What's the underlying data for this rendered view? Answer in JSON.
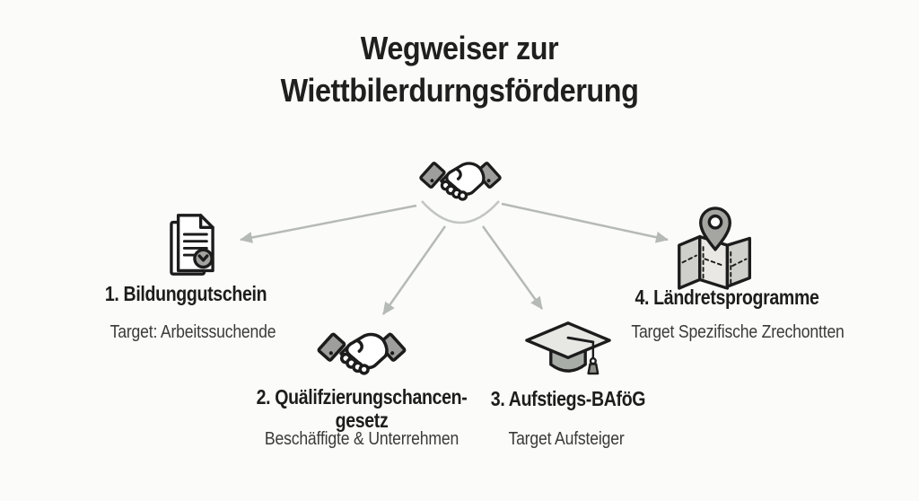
{
  "title": {
    "line1": "Wegweiser zur",
    "line2": "Wiettbilerdurngsförderung"
  },
  "center": {
    "icon": "handshake-icon"
  },
  "nodes": [
    {
      "label": "1. Bildunggutschein",
      "sublabel": "Target: Arbeitssuchende",
      "icon": "document-check-icon"
    },
    {
      "label_line1": "2. Quälifzierungschancen-",
      "label_line2": "gesetz",
      "sublabel": "Beschäffigte & Unterrehmen",
      "icon": "handshake-icon"
    },
    {
      "label": "3. Aufstiegs-BAföG",
      "sublabel": "Target Aufsteiger",
      "icon": "graduation-cap-icon"
    },
    {
      "label": "4. Ländretsprogramme",
      "sublabel": "Target Spezifische Zrechontten",
      "icon": "map-pin-icon"
    }
  ],
  "colors": {
    "background": "#fbfbf9",
    "arrow_gray": "#b6bab6",
    "arc_gray": "#c2c5c2",
    "title_text": "#1f1f1f",
    "label_text": "#1d1d1d",
    "sublabel_text": "#3a3a3a",
    "icon_outline": "#1c1c1c",
    "icon_gray": "#9e9e9c",
    "icon_light_gray": "#e7e7e3"
  }
}
